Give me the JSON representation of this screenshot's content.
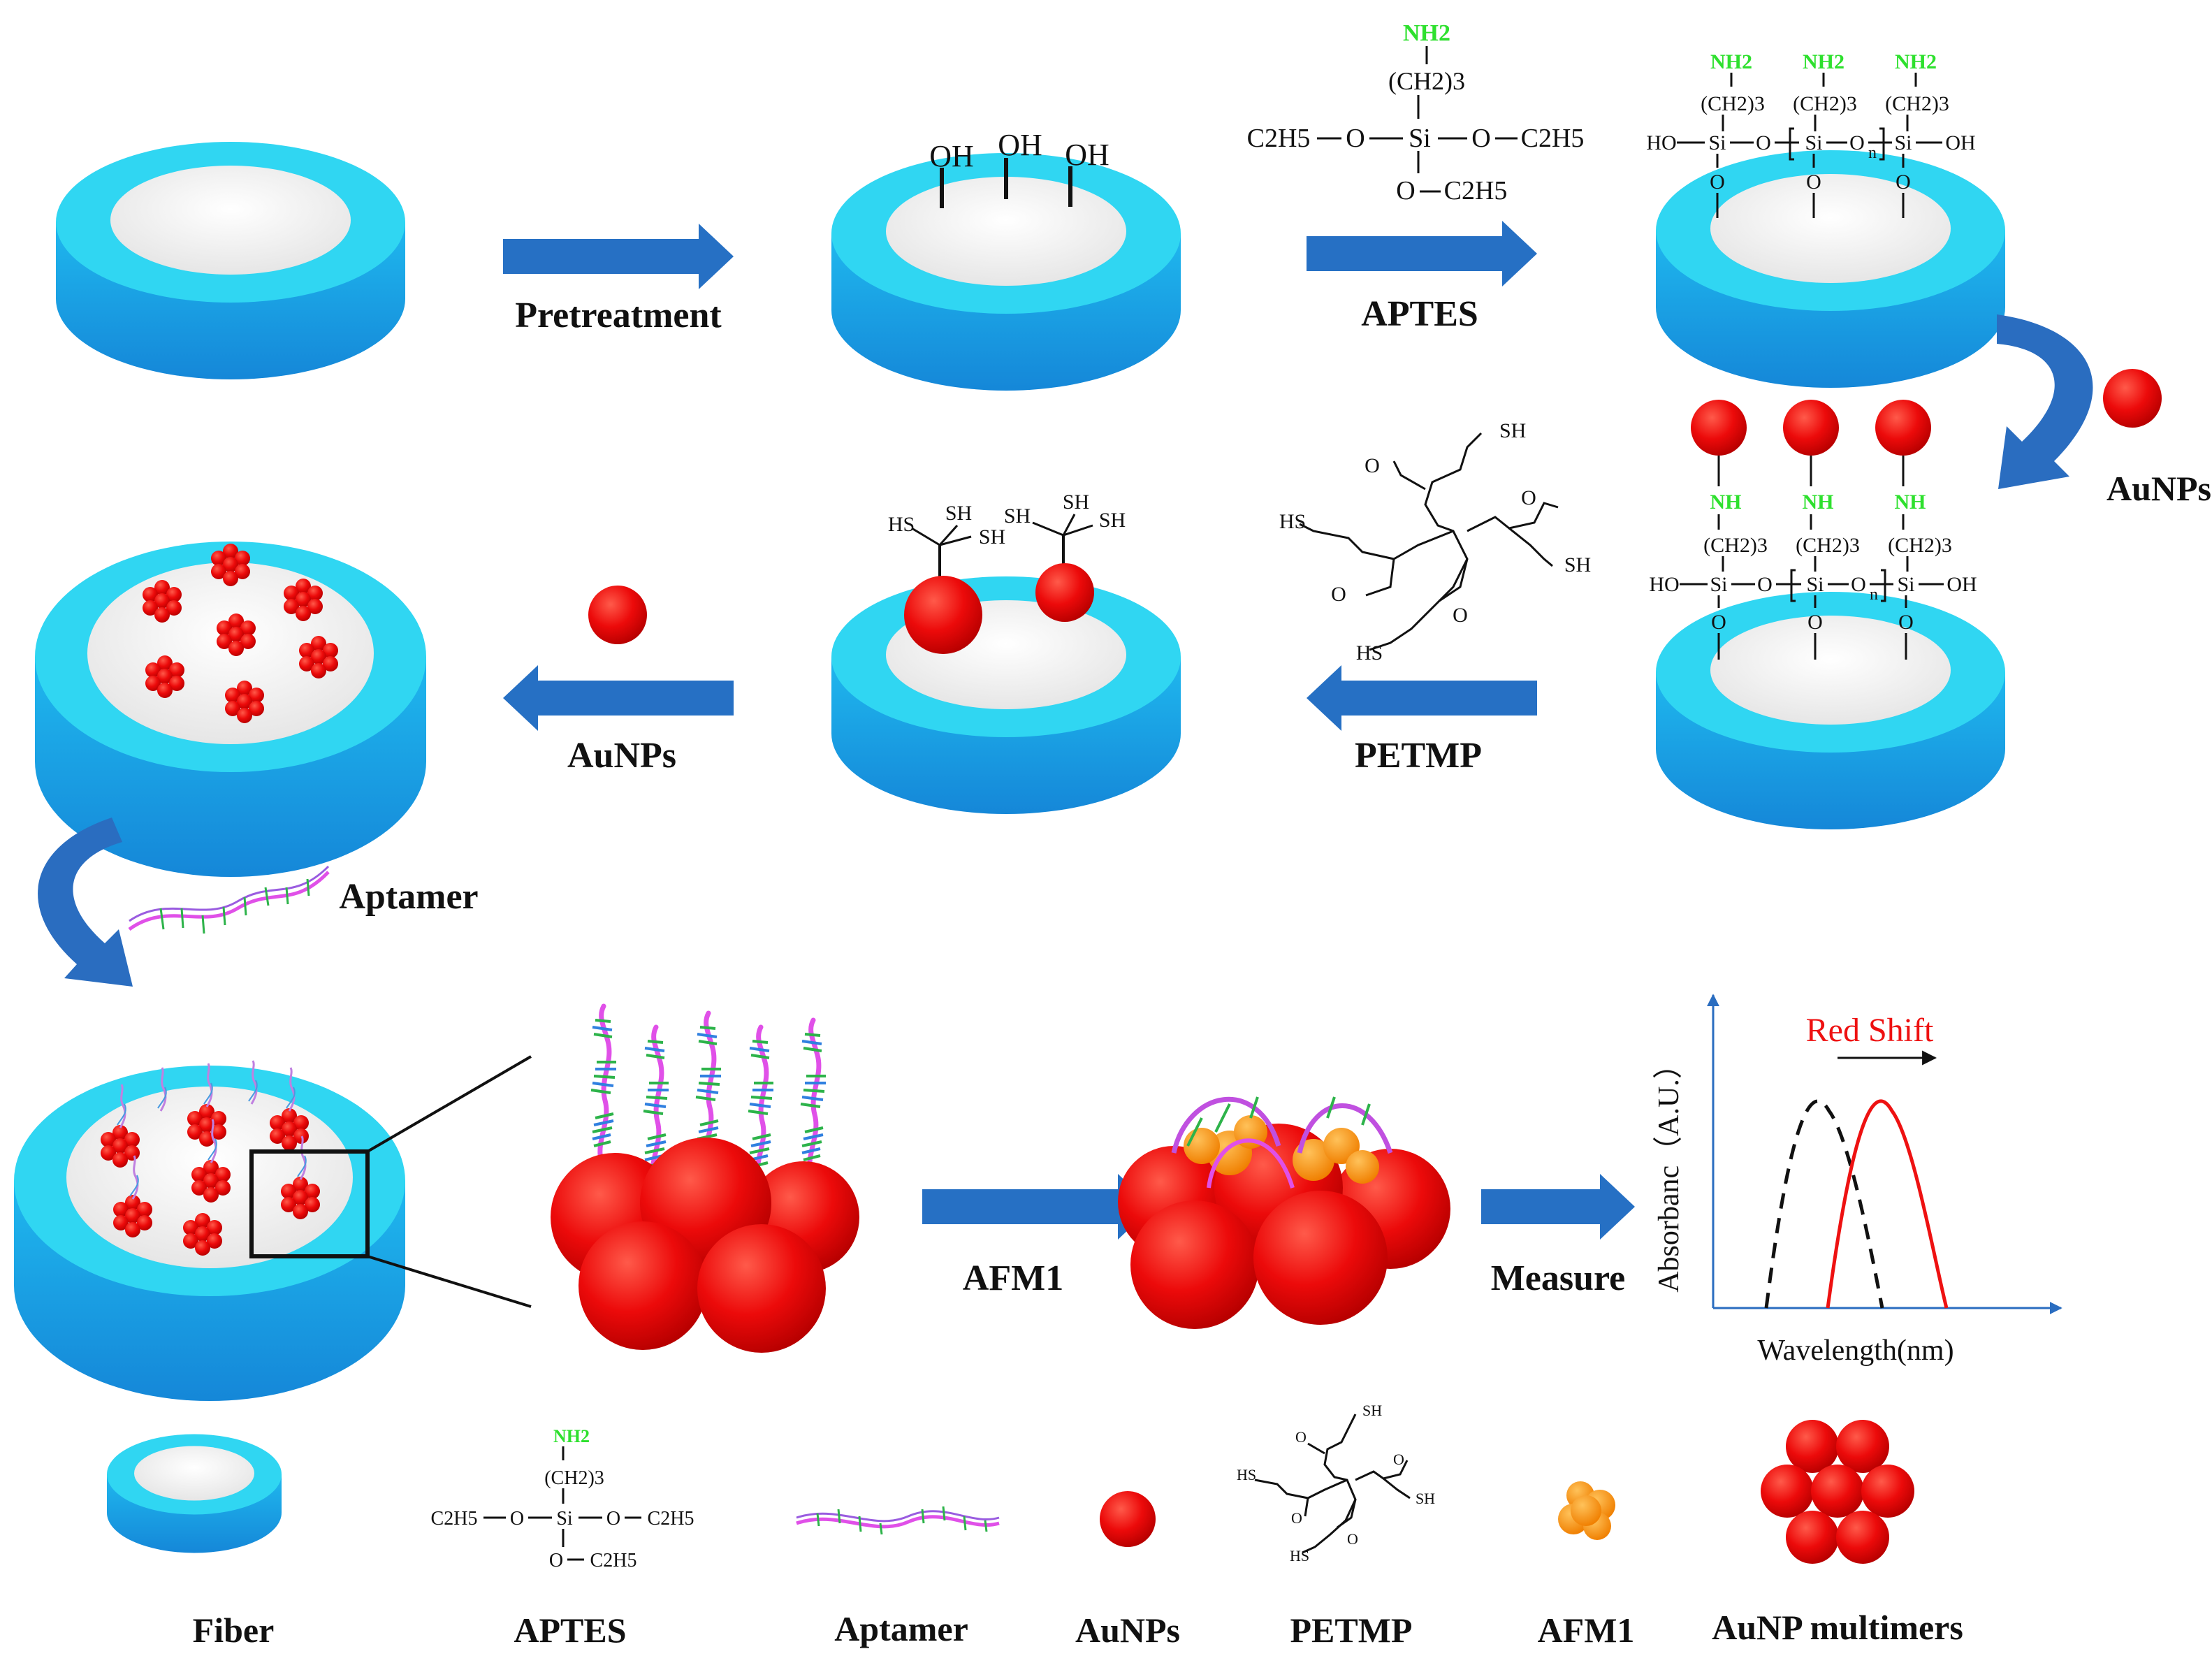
{
  "steps": {
    "pretreatment": "Pretreatment",
    "aptes": "APTES",
    "aunps_right": "AuNPs",
    "petmp": "PETMP",
    "aunps_left": "AuNPs",
    "aptamer": "Aptamer",
    "afm1": "AFM1",
    "measure": "Measure"
  },
  "chem": {
    "oh": "OH",
    "nh2": "NH2",
    "ch2_3": "(CH2)3",
    "c2h5": "C2H5",
    "o": "O",
    "si": "Si",
    "ho": "HO",
    "n": "n",
    "nh": "NH",
    "sh": "SH",
    "hs": "HS"
  },
  "graph": {
    "title": "Red Shift",
    "xlabel": "Wavelength(nm)",
    "ylabel": "Absorbanc（A.U.）"
  },
  "legend": {
    "fiber": "Fiber",
    "aptes": "APTES",
    "aptamer": "Aptamer",
    "aunps": "AuNPs",
    "petmp": "PETMP",
    "afm1": "AFM1",
    "multimers": "AuNP multimers"
  },
  "colors": {
    "fiber_side": "#1e9ee6",
    "fiber_top": "#2fd8f2",
    "fiber_face": "#f2f2f2",
    "arrow": "#2670c4",
    "gold": "#e8000a",
    "afm1": "#ff9a10",
    "nh2": "#2ee02e",
    "shift": "#ee1111"
  }
}
